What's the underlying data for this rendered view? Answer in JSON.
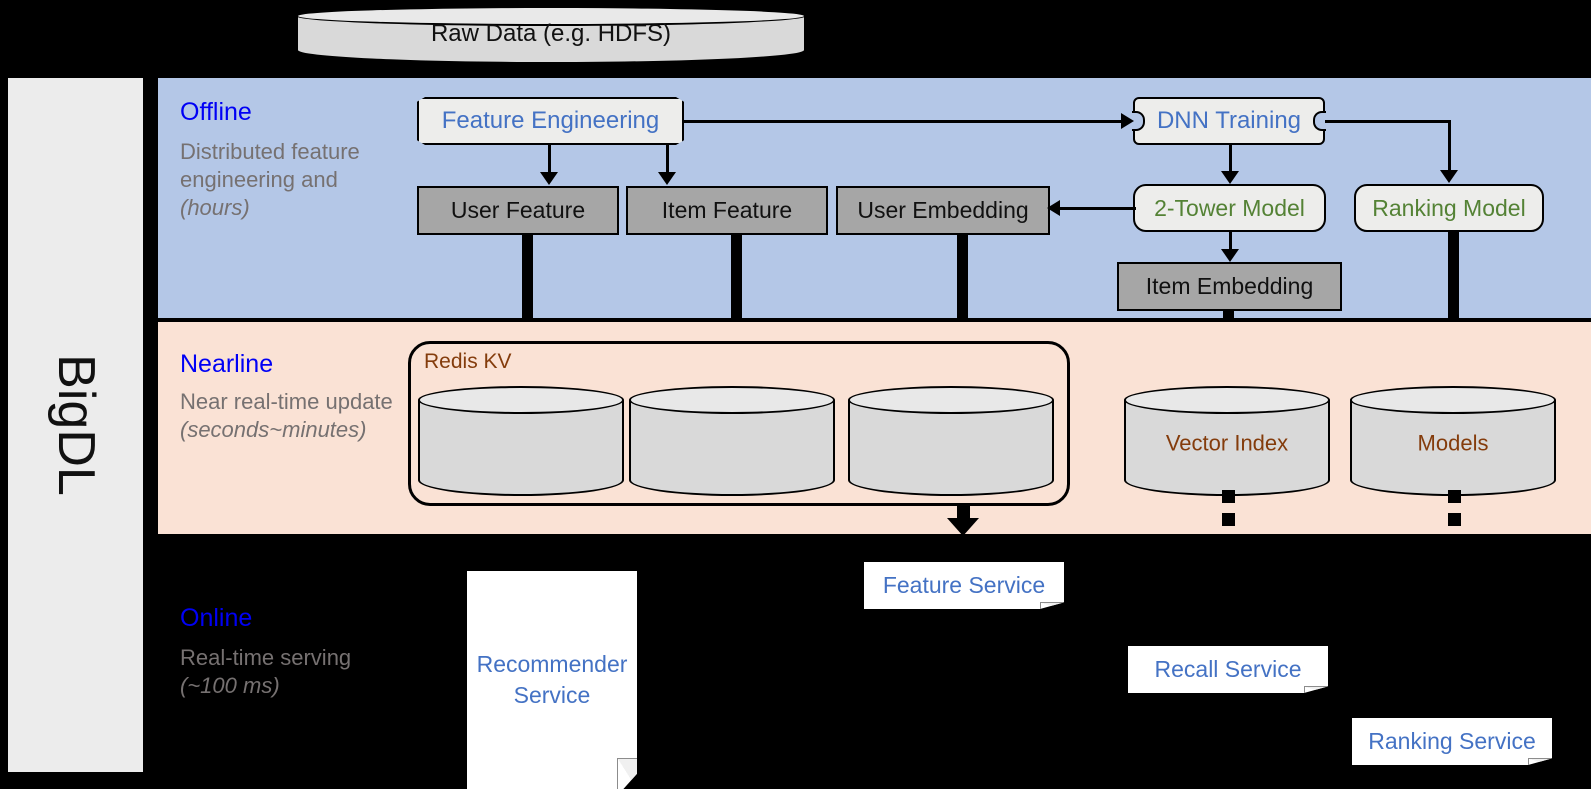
{
  "framework": {
    "name": "BigDL"
  },
  "source": {
    "label": "Raw Data (e.g. HDFS)",
    "icon": "database-cylinder-icon"
  },
  "bands": {
    "offline": {
      "title": "Offline",
      "description": "Distributed feature engineering and ",
      "description_emphasis": "(hours)",
      "color": "#b4c7e7",
      "title_color": "#0000f5"
    },
    "nearline": {
      "title": "Nearline",
      "description": "Near real-time update ",
      "description_emphasis": "(seconds~minutes)",
      "color": "#fae2d5",
      "title_color": "#0000f5"
    },
    "online": {
      "title": "Online",
      "description": "Real-time serving ",
      "description_emphasis": "(~100 ms)",
      "color": "#000000",
      "title_color": "#0000f5"
    }
  },
  "offline_nodes": {
    "feature_engineering": {
      "label": "Feature Engineering",
      "shape": "flag",
      "text_color": "#4472c4"
    },
    "dnn_training": {
      "label": "DNN Training",
      "shape": "bracket",
      "text_color": "#4472c4"
    },
    "user_feature": {
      "label": "User Feature",
      "shape": "rect",
      "fill": "#a6a6a6"
    },
    "item_feature": {
      "label": "Item Feature",
      "shape": "rect",
      "fill": "#a6a6a6"
    },
    "user_embedding": {
      "label": "User Embedding",
      "shape": "rect",
      "fill": "#a6a6a6"
    },
    "two_tower_model": {
      "label": "2-Tower Model",
      "shape": "rounded",
      "text_color": "#548235"
    },
    "ranking_model": {
      "label": "Ranking Model",
      "shape": "rounded",
      "text_color": "#548235"
    },
    "item_embedding": {
      "label": "Item Embedding",
      "shape": "rect",
      "fill": "#a6a6a6"
    }
  },
  "nearline_nodes": {
    "redis_kv": {
      "label": "Redis KV",
      "text_color": "#843c0c"
    },
    "stores": [
      {
        "label": "",
        "icon": "database-cylinder-icon"
      },
      {
        "label": "",
        "icon": "database-cylinder-icon"
      },
      {
        "label": "",
        "icon": "database-cylinder-icon"
      }
    ],
    "vector_index": {
      "label": "Vector Index",
      "icon": "database-cylinder-icon",
      "text_color": "#843c0c"
    },
    "models": {
      "label": "Models",
      "icon": "database-cylinder-icon",
      "text_color": "#843c0c"
    }
  },
  "online_nodes": {
    "recommender_service": {
      "label": "Recommender Service",
      "line1": "Recommender",
      "line2": "Service",
      "text_color": "#4472c4"
    },
    "feature_service": {
      "label": "Feature Service",
      "text_color": "#4472c4"
    },
    "recall_service": {
      "label": "Recall Service",
      "text_color": "#4472c4"
    },
    "ranking_service": {
      "label": "Ranking Service",
      "text_color": "#4472c4"
    }
  }
}
